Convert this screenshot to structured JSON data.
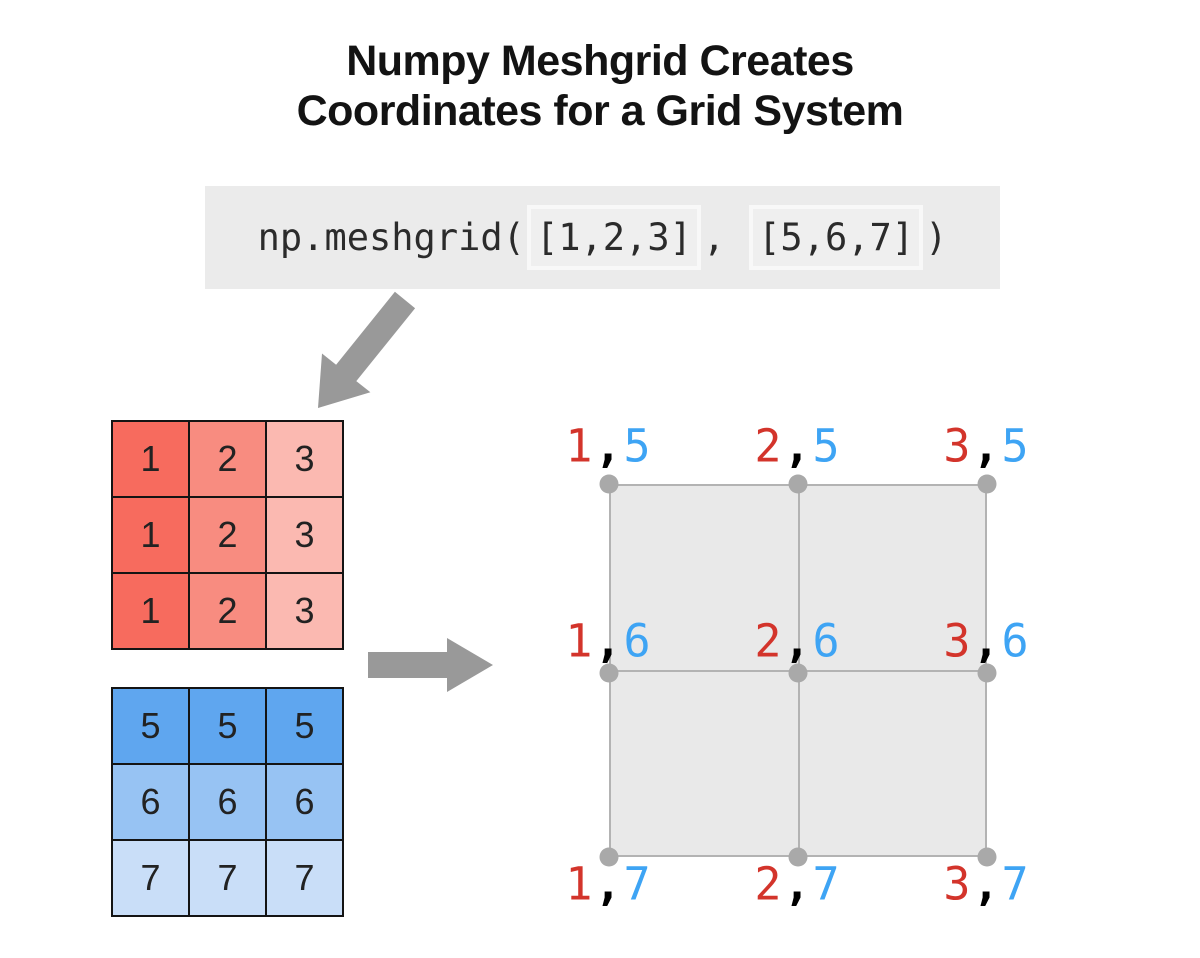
{
  "title": {
    "line1": "Numpy Meshgrid Creates",
    "line2": "Coordinates for a Grid System"
  },
  "code": {
    "prefix": "np.meshgrid(",
    "arg1": "[1,2,3]",
    "separator": ",",
    "arg2": "[5,6,7]",
    "suffix": ")"
  },
  "matrices": {
    "x_matrix": {
      "rows": [
        [
          "1",
          "2",
          "3"
        ],
        [
          "1",
          "2",
          "3"
        ],
        [
          "1",
          "2",
          "3"
        ]
      ]
    },
    "y_matrix": {
      "rows": [
        [
          "5",
          "5",
          "5"
        ],
        [
          "6",
          "6",
          "6"
        ],
        [
          "7",
          "7",
          "7"
        ]
      ]
    }
  },
  "grid": {
    "comma": ",",
    "labels": [
      {
        "x": "1",
        "y": "5"
      },
      {
        "x": "2",
        "y": "5"
      },
      {
        "x": "3",
        "y": "5"
      },
      {
        "x": "1",
        "y": "6"
      },
      {
        "x": "2",
        "y": "6"
      },
      {
        "x": "3",
        "y": "6"
      },
      {
        "x": "1",
        "y": "7"
      },
      {
        "x": "2",
        "y": "7"
      },
      {
        "x": "3",
        "y": "7"
      }
    ]
  },
  "colors": {
    "title_text": "#131313",
    "code_bg": "#ebebeb",
    "code_text": "#2b2b2b",
    "code_box_border": "#f8f8f8",
    "code_box_bg": "#efefef",
    "arrow": "#999999",
    "matrix_border": "#141414",
    "matrix_text": "#222222",
    "x_col_0": "#f76b5e",
    "x_col_1": "#f88c80",
    "x_col_2": "#fbb9b1",
    "y_row_0": "#5fa6ef",
    "y_row_1": "#97c3f3",
    "y_row_2": "#c9def8",
    "grid_fill": "#e9e9e9",
    "grid_line": "#b3b3b3",
    "dot": "#a9a9a9",
    "label_x": "#d3342b",
    "label_y": "#3ea4f4",
    "label_comma": "#000000"
  }
}
